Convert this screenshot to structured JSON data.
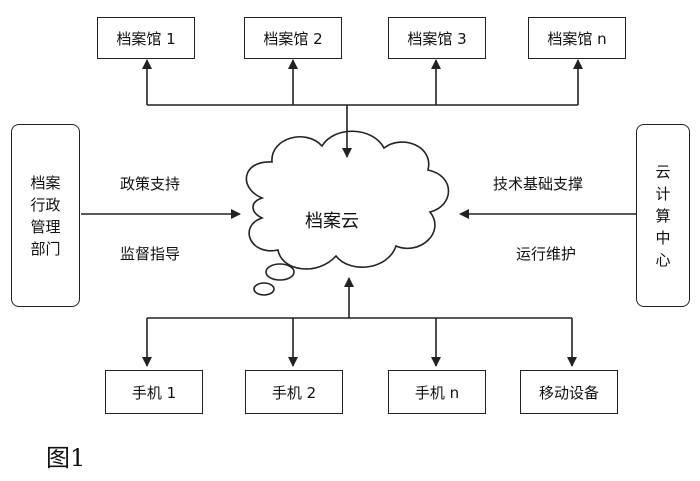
{
  "archives": [
    "档案馆 1",
    "档案馆 2",
    "档案馆 3",
    "档案馆 n"
  ],
  "cloud": "档案云",
  "left_box": {
    "lines": [
      "档案",
      "行政",
      "管理",
      "部门"
    ]
  },
  "left_labels": {
    "top": "政策支持",
    "bottom": "监督指导"
  },
  "right_box": {
    "lines": [
      "云",
      "计",
      "算",
      "中",
      "心"
    ]
  },
  "right_labels": {
    "top": "技术基础支撑",
    "bottom": "运行维护"
  },
  "devices": [
    "手机 1",
    "手机 2",
    "手机 n",
    "移动设备"
  ],
  "caption": "图1"
}
